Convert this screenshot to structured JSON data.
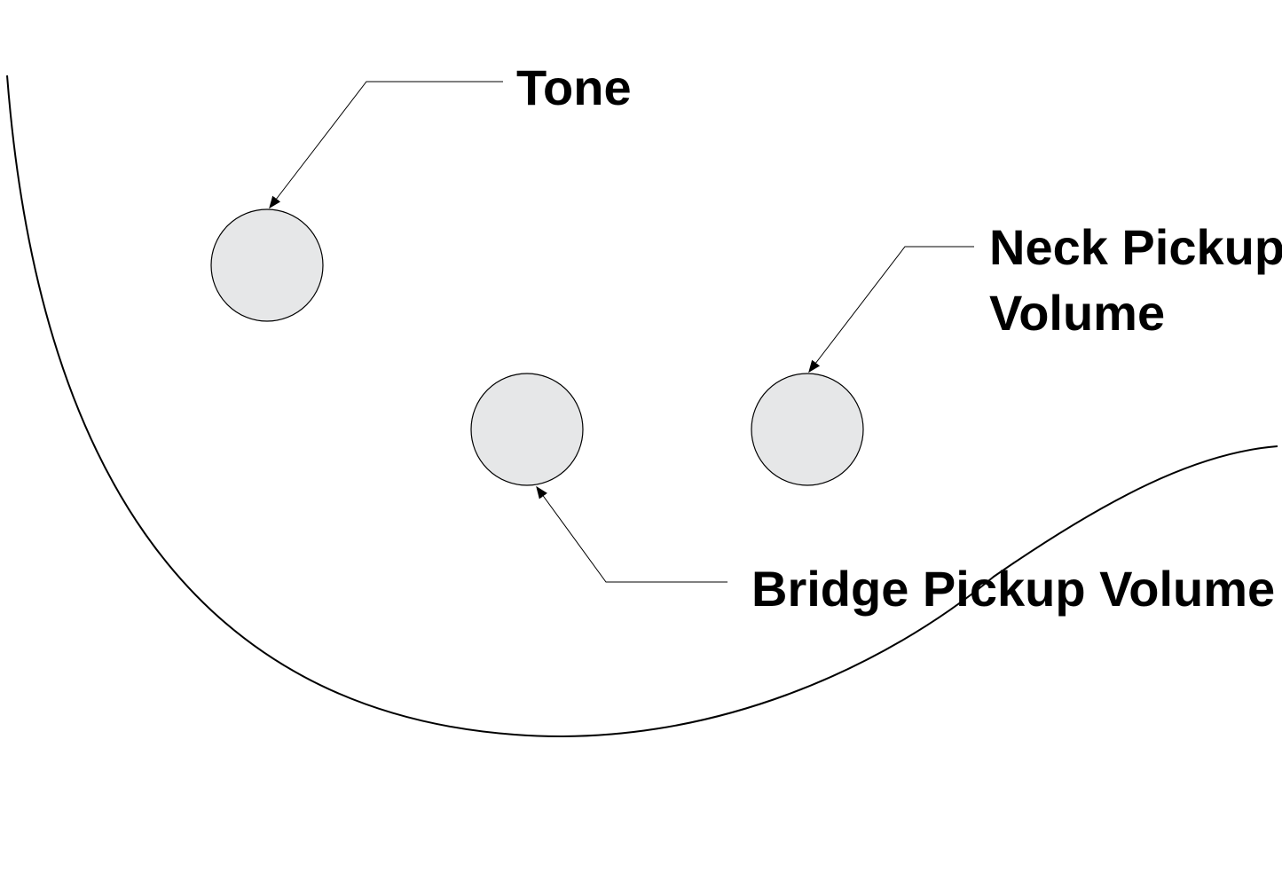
{
  "colors": {
    "knob_fill": "#e6e7e8",
    "line": "#000000",
    "background": "#ffffff"
  },
  "controls": {
    "tone": {
      "label": "Tone"
    },
    "neck_volume": {
      "label_line1": "Neck Pickup",
      "label_line2": "Volume"
    },
    "bridge_volume": {
      "label": "Bridge Pickup Volume"
    }
  }
}
